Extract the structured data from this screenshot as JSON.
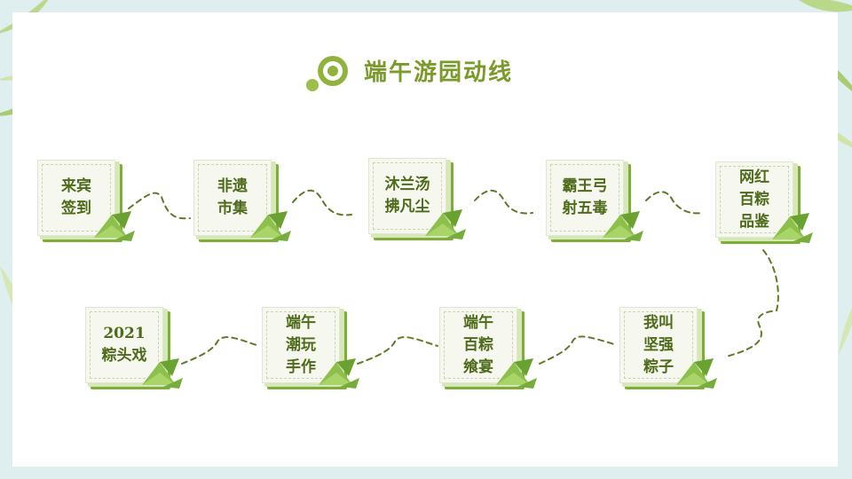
{
  "page": {
    "title": "端午游园动线"
  },
  "colors": {
    "accent": "#7a9a2a",
    "card_edge": "#7fae36",
    "card_face": "#f6f8ef",
    "path": "#5d7a24"
  },
  "steps": [
    {
      "label": "来宾\n签到"
    },
    {
      "label": "非遗\n市集"
    },
    {
      "label": "沐兰汤\n拂凡尘"
    },
    {
      "label": "霸王弓\n射五毒"
    },
    {
      "label": "网红\n百粽\n品鉴"
    },
    {
      "label": "我叫\n坚强\n粽子"
    },
    {
      "label": "端午\n百粽\n飨宴"
    },
    {
      "label": "端午\n潮玩\n手作"
    },
    {
      "label": "2021\n粽头戏"
    }
  ],
  "icons": {
    "title": "target-circle-icon",
    "card": "zongzi-icon",
    "decor": "bamboo-leaf-icon"
  }
}
